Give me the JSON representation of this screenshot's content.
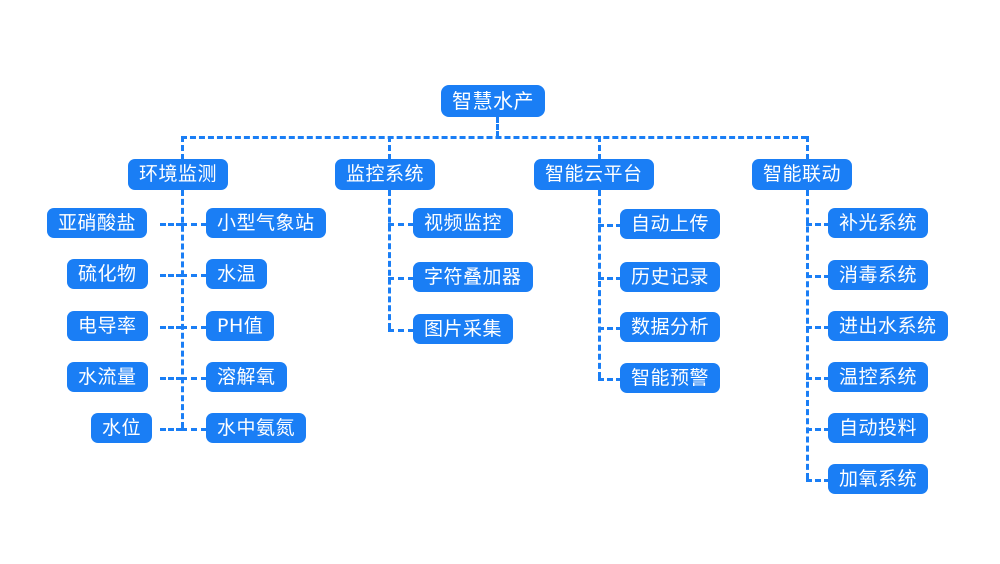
{
  "diagram": {
    "title": "智慧水产",
    "type": "tree-mindmap",
    "orientation": "top-down",
    "theme": {
      "node_fill": "#1a7ef5",
      "node_text": "#ffffff",
      "line_color": "#1a7ef5",
      "background": "#ffffff",
      "line_style": "dashed"
    },
    "root": {
      "label": "智慧水产"
    },
    "branches": [
      {
        "id": "environment-monitoring",
        "label": "环境监测",
        "layout": "two-column",
        "left_children": [
          {
            "label": "亚硝酸盐"
          },
          {
            "label": "硫化物"
          },
          {
            "label": "电导率"
          },
          {
            "label": "水流量"
          },
          {
            "label": "水位"
          }
        ],
        "right_children": [
          {
            "label": "小型气象站"
          },
          {
            "label": "水温"
          },
          {
            "label": "PH值"
          },
          {
            "label": "溶解氧"
          },
          {
            "label": "水中氨氮"
          }
        ]
      },
      {
        "id": "monitoring-system",
        "label": "监控系统",
        "layout": "single-column",
        "children": [
          {
            "label": "视频监控"
          },
          {
            "label": "字符叠加器"
          },
          {
            "label": "图片采集"
          }
        ]
      },
      {
        "id": "smart-cloud-platform",
        "label": "智能云平台",
        "layout": "single-column",
        "children": [
          {
            "label": "自动上传"
          },
          {
            "label": "历史记录"
          },
          {
            "label": "数据分析"
          },
          {
            "label": "智能预警"
          }
        ]
      },
      {
        "id": "smart-linkage",
        "label": "智能联动",
        "layout": "single-column",
        "children": [
          {
            "label": "补光系统"
          },
          {
            "label": "消毒系统"
          },
          {
            "label": "进出水系统"
          },
          {
            "label": "温控系统"
          },
          {
            "label": "自动投料"
          },
          {
            "label": "加氧系统"
          }
        ]
      }
    ]
  }
}
